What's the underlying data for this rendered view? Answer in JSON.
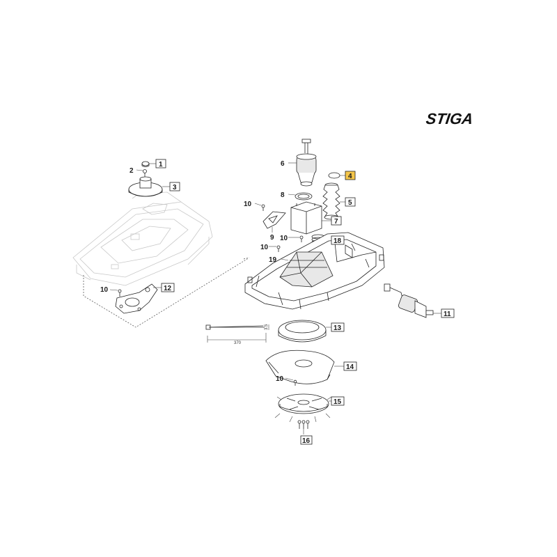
{
  "brand": {
    "logo_text": "STIGA"
  },
  "colors": {
    "highlight": "#f5c64a",
    "line": "#222222",
    "faint": "#c8c8c8"
  },
  "callouts": [
    {
      "id": "c1",
      "label": "1",
      "highlighted": false
    },
    {
      "id": "c2",
      "label": "2",
      "highlighted": false
    },
    {
      "id": "c3",
      "label": "3",
      "highlighted": false
    },
    {
      "id": "c4",
      "label": "4",
      "highlighted": true
    },
    {
      "id": "c5",
      "label": "5",
      "highlighted": false
    },
    {
      "id": "c6",
      "label": "6",
      "highlighted": false
    },
    {
      "id": "c7",
      "label": "7",
      "highlighted": false
    },
    {
      "id": "c8",
      "label": "8",
      "highlighted": false
    },
    {
      "id": "c9",
      "label": "9",
      "highlighted": false
    },
    {
      "id": "c10a",
      "label": "10",
      "highlighted": false
    },
    {
      "id": "c10b",
      "label": "10",
      "highlighted": false
    },
    {
      "id": "c10c",
      "label": "10",
      "highlighted": false
    },
    {
      "id": "c10d",
      "label": "10",
      "highlighted": false
    },
    {
      "id": "c10e",
      "label": "10",
      "highlighted": false
    },
    {
      "id": "c11",
      "label": "11",
      "highlighted": false
    },
    {
      "id": "c12",
      "label": "12",
      "highlighted": false
    },
    {
      "id": "c13",
      "label": "13",
      "highlighted": false
    },
    {
      "id": "c14",
      "label": "14",
      "highlighted": false
    },
    {
      "id": "c15",
      "label": "15",
      "highlighted": false
    },
    {
      "id": "c16",
      "label": "16",
      "highlighted": false
    },
    {
      "id": "c18",
      "label": "18",
      "highlighted": false
    },
    {
      "id": "c19",
      "label": "19",
      "highlighted": false
    }
  ],
  "dimension": {
    "label": "370",
    "side_mark": "3.5"
  }
}
